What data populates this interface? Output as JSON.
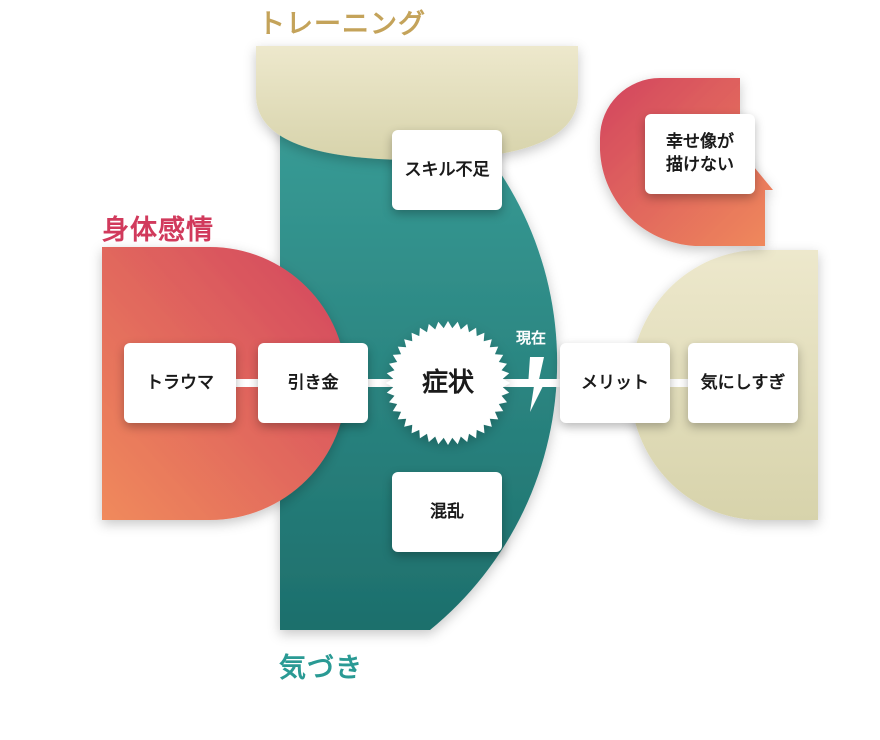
{
  "labels": {
    "training": "トレーニング",
    "body_emotion": "身体感情",
    "awareness": "気づき",
    "present": "現在"
  },
  "nodes": {
    "trauma": "トラウマ",
    "trigger": "引き金",
    "symptom": "症状",
    "merit": "メリット",
    "worry": "気にしすぎ",
    "skill_shortage": "スキル不足",
    "confusion": "混乱",
    "happiness_line1": "幸せ像が",
    "happiness_line2": "描けない"
  },
  "colors": {
    "teal_dark": "#1d6f6c",
    "teal_light": "#3a9e98",
    "beige": "#e6e0bf",
    "coral": "#ee7f5e",
    "crimson": "#d2445e",
    "gold_text": "#c4a35a",
    "crimson_text": "#d13a5c",
    "teal_text": "#2a9a94"
  }
}
